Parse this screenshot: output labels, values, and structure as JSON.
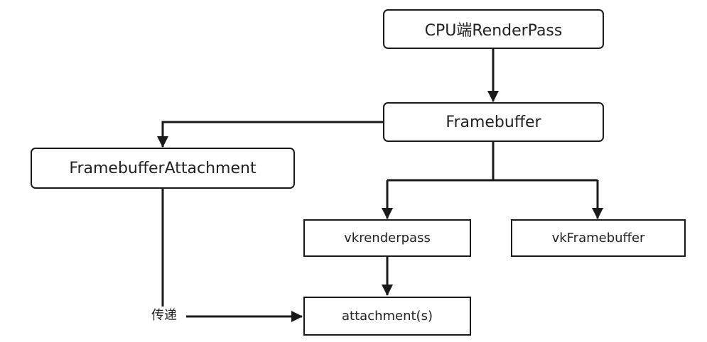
{
  "nodes": {
    "cpu_renderpass": "CPU端RenderPass",
    "framebuffer": "Framebuffer",
    "framebuffer_attachment": "FramebufferAttachment",
    "vkrenderpass": "vkrenderpass",
    "vkframebuffer": "vkFramebuffer",
    "attachments": "attachment(s)"
  },
  "edge_labels": {
    "pass": "传递"
  },
  "colors": {
    "stroke": "#1a1a1a",
    "fill": "#ffffff",
    "text": "#222222"
  }
}
